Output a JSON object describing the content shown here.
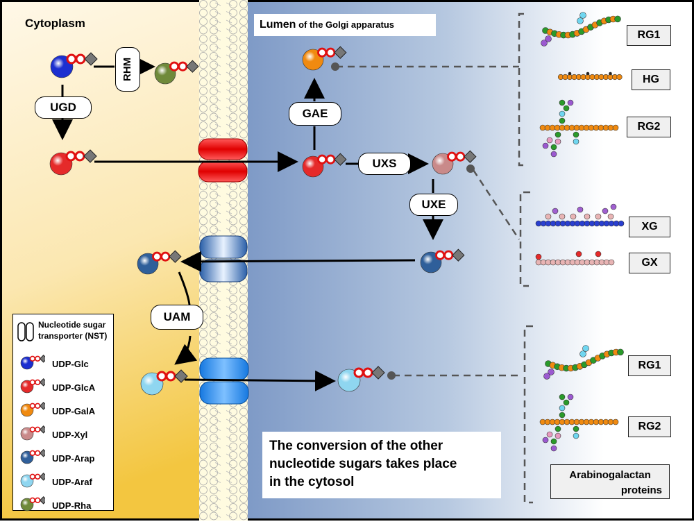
{
  "regions": {
    "cytoplasm": "Cytoplasm",
    "lumen_bold": "Lumen",
    "lumen_rest": " of the Golgi apparatus"
  },
  "enzymes": {
    "rhm": "RHM",
    "ugd": "UGD",
    "gae": "GAE",
    "uxs": "UXS",
    "uxe": "UXE",
    "uam": "UAM"
  },
  "polysaccharides": {
    "group1": [
      "RG1",
      "HG",
      "RG2"
    ],
    "group2": [
      "XG",
      "GX"
    ],
    "group3": [
      "RG1",
      "RG2"
    ],
    "agp_line1": "Arabinogalactan",
    "agp_line2": "proteins"
  },
  "note": {
    "line1": "The conversion of  the other",
    "line2": "nucleotide sugars takes place",
    "line3": "in the cytosol"
  },
  "legend": {
    "nst_line1": "Nucleotide sugar",
    "nst_line2": "transporter (NST)",
    "items": [
      {
        "label": "UDP-Glc",
        "color": "#1c2fd0"
      },
      {
        "label": "UDP-GlcA",
        "color": "#e52a2a"
      },
      {
        "label": "UDP-GalA",
        "color": "#f08a10"
      },
      {
        "label": "UDP-Xyl",
        "color": "#c98a8a"
      },
      {
        "label": "UDP-Arap",
        "color": "#2f5f9a"
      },
      {
        "label": "UDP-Araf",
        "color": "#8fd6f0"
      },
      {
        "label": "UDP-Rha",
        "color": "#6f8a3a"
      }
    ]
  },
  "colors": {
    "glc": "#1c2fd0",
    "glca": "#e52a2a",
    "gala": "#f08a10",
    "xyl": "#c98a8a",
    "arap": "#2f5f9a",
    "araf": "#8fd6f0",
    "rha": "#6f8a3a",
    "udp": "#e01010",
    "phosphate": "#777777"
  }
}
